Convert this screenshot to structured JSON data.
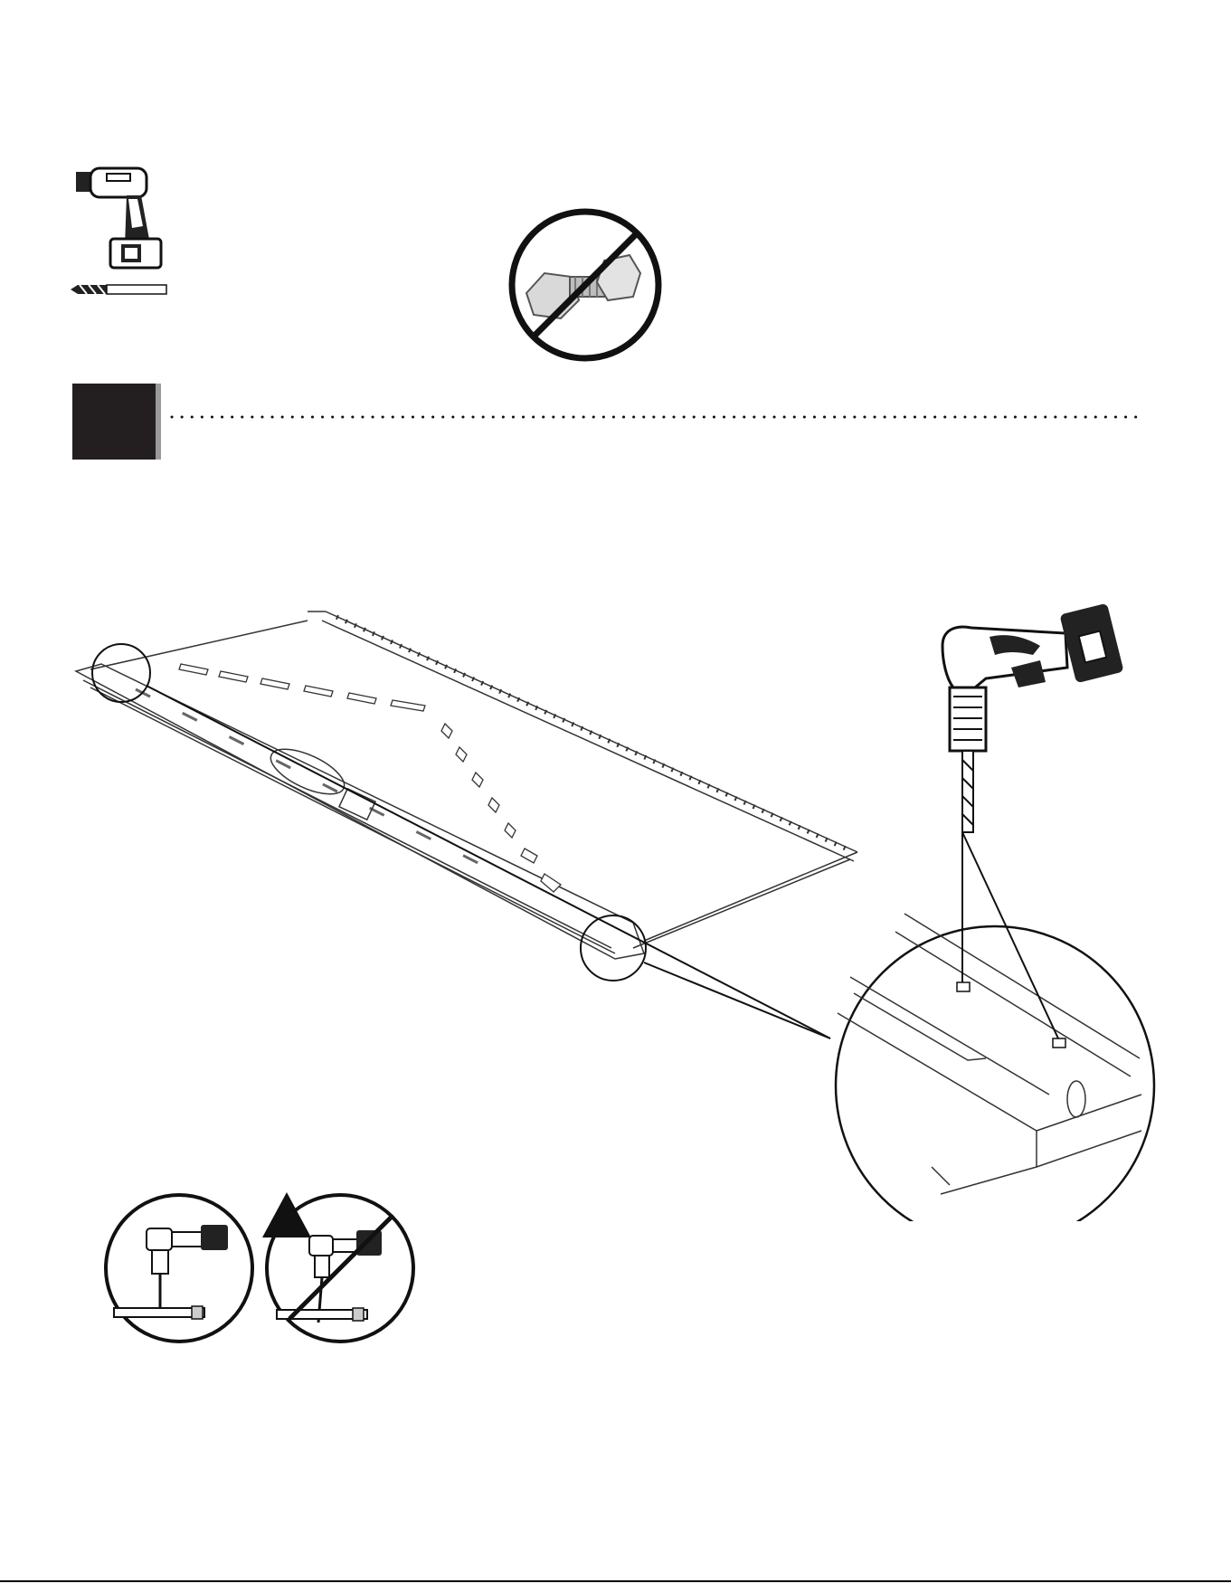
{
  "header": {
    "tools": [
      {
        "icon": "cordless-drill-icon"
      },
      {
        "icon": "drill-bit-icon"
      }
    ],
    "hardware_notice": {
      "icon": "no-nut-and-bolt-icon"
    }
  },
  "step": {
    "number": "",
    "separator_icon": "dotted-line"
  },
  "diagram": {
    "main_part": "long-panel-rail",
    "detail_callout_icon": "drilling-detail-zoom",
    "tool_icon": "cordless-drill-icon"
  },
  "tips": [
    {
      "icon": "drill-straight-correct-icon"
    },
    {
      "icon": "drill-angled-incorrect-icon",
      "warning_icon": "warning-triangle-icon"
    }
  ],
  "footer": {
    "page_number": ""
  }
}
